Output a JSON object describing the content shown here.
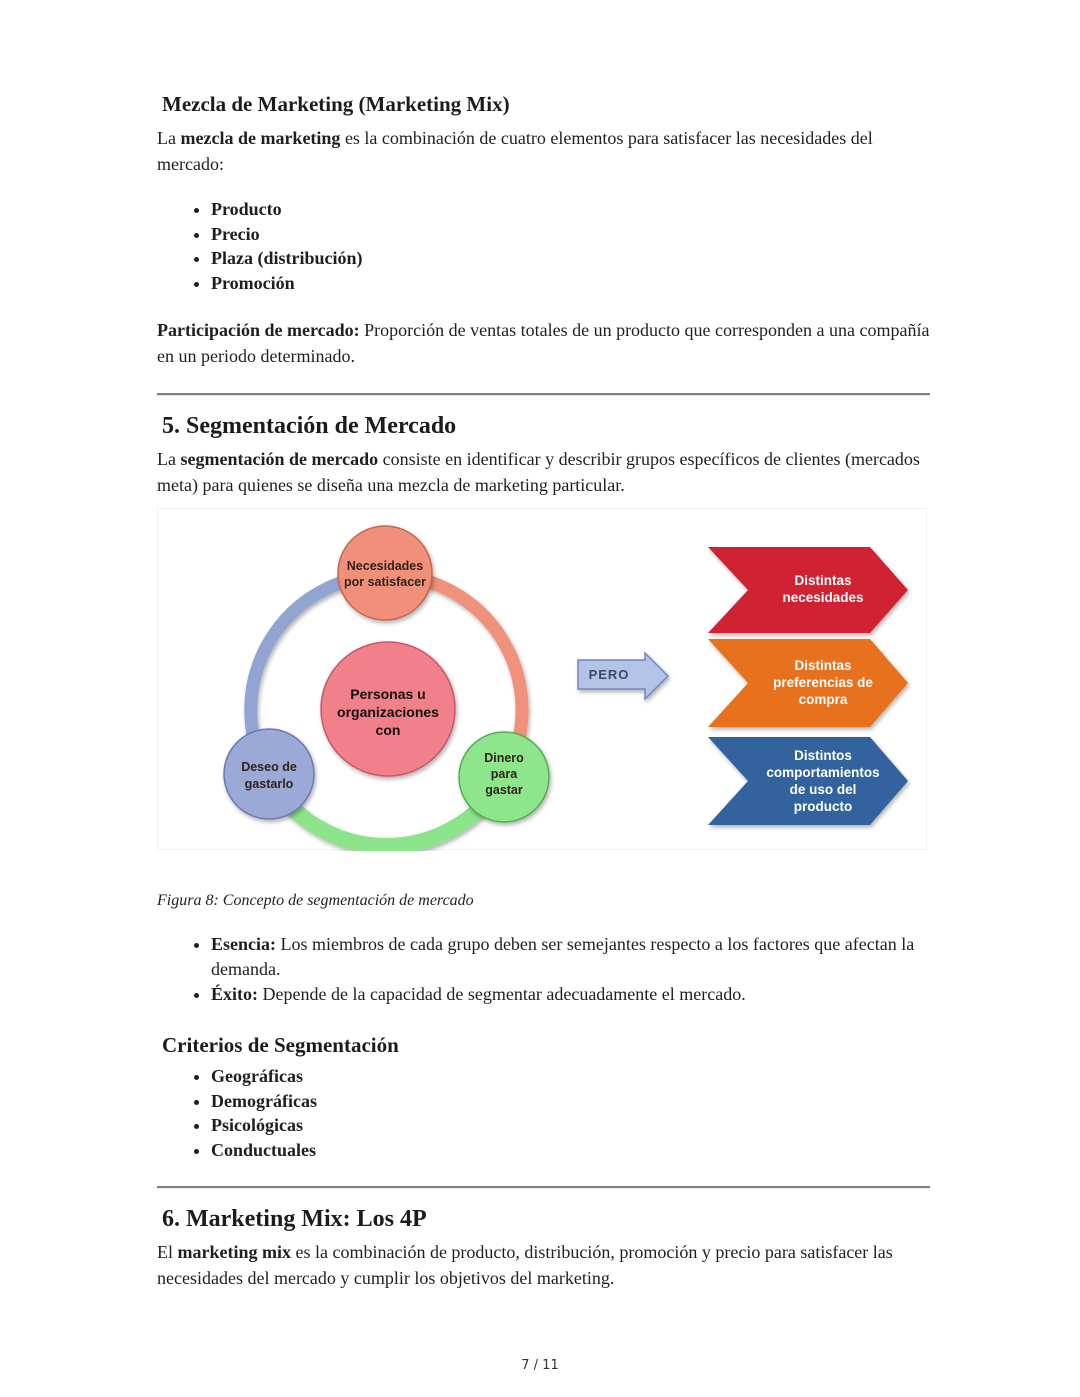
{
  "page": {
    "footer": "7 / 11"
  },
  "sections": {
    "mezcla": {
      "heading": "Mezcla de Marketing (Marketing Mix)",
      "para_lead": "La ",
      "para_bold": "mezcla de marketing",
      "para_rest": " es la combinación de cuatro elementos para satisfacer las necesidades del mercado:",
      "bullets": [
        "Producto",
        "Precio",
        "Plaza (distribución)",
        "Promoción"
      ],
      "part_bold": "Participación de mercado:",
      "part_rest": " Proporción de ventas totales de un producto que corresponden a una compañía en un periodo determinado."
    },
    "segmentacion": {
      "heading": "5. Segmentación de Mercado",
      "para_lead": "La ",
      "para_bold": "segmentación de mercado",
      "para_rest": " consiste en identificar y describir grupos específicos de clientes (mercados meta) para quienes se diseña una mezcla de marketing particular.",
      "caption": "Figura 8: Concepto de segmentación de mercado",
      "bullets": [
        {
          "bold": "Esencia:",
          "text": " Los miembros de cada grupo deben ser semejantes respecto a los factores que afectan la demanda."
        },
        {
          "bold": "Éxito:",
          "text": " Depende de la capacidad de segmentar adecuadamente el mercado."
        }
      ],
      "criterios_heading": "Criterios de Segmentación",
      "criterios": [
        "Geográficas",
        "Demográficas",
        "Psicológicas",
        "Conductuales"
      ]
    },
    "marketing_mix": {
      "heading": "6. Marketing Mix: Los 4P",
      "para_lead": "El ",
      "para_bold": "marketing mix",
      "para_rest": " es la combinación de producto, distribución, promoción y precio para satisfacer las necesidades del mercado y cumplir los objetivos del marketing."
    }
  },
  "figure": {
    "circles": {
      "top": {
        "line1": "Necesidades",
        "line2": "por satisfacer"
      },
      "center": {
        "line1": "Personas u",
        "line2": "organizaciones",
        "line3": "con"
      },
      "left": {
        "line1": "Deseo de",
        "line2": "gastarlo"
      },
      "right": {
        "line1": "Dinero",
        "line2": "para",
        "line3": "gastar"
      }
    },
    "pero_label": "PERO",
    "chevrons": [
      {
        "line1": "Distintas",
        "line2": "necesidades",
        "line3": "",
        "line4": ""
      },
      {
        "line1": "Distintas",
        "line2": "preferencias de",
        "line3": "compra",
        "line4": ""
      },
      {
        "line1": "Distintos",
        "line2": "comportamientos",
        "line3": "de uso del",
        "line4": "producto"
      }
    ],
    "colors": {
      "arc_blue": "#92a4d2",
      "arc_salmon": "#f0917c",
      "arc_green": "#8be48a",
      "circle_top_fill": "#f0907a",
      "circle_top_stroke": "#c2684e",
      "circle_center_fill": "#f1808a",
      "circle_center_stroke": "#c8566a",
      "circle_left_fill": "#9ba9d6",
      "circle_left_stroke": "#6b7ab0",
      "circle_right_fill": "#8ee68c",
      "circle_right_stroke": "#57ac57",
      "pero_fill": "#b3c3e6",
      "pero_stroke": "#7187bb",
      "chevron_red": "#d02031",
      "chevron_orange": "#e7711c",
      "chevron_blue": "#33639e"
    }
  }
}
